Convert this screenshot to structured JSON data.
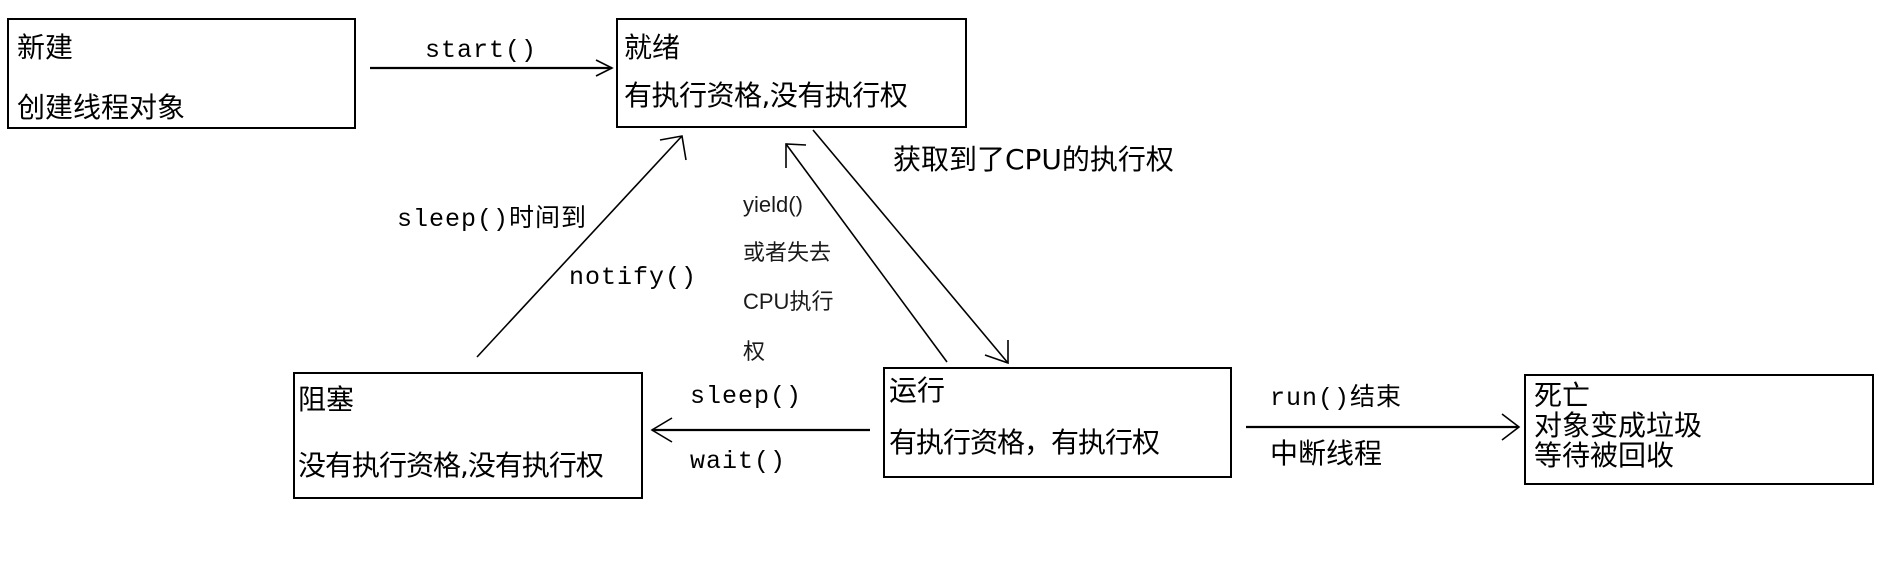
{
  "states": {
    "new": {
      "title": "新建",
      "desc": "创建线程对象"
    },
    "ready": {
      "title": "就绪",
      "desc": "有执行资格,没有执行权"
    },
    "running": {
      "title": "运行",
      "desc": "有执行资格，有执行权"
    },
    "blocked": {
      "title": "阻塞",
      "desc": "没有执行资格,没有执行权"
    },
    "dead": {
      "title": "死亡",
      "desc_lines": [
        "对象变成垃圾",
        "等待被回收"
      ]
    }
  },
  "transitions": {
    "new_to_ready": "start()",
    "ready_to_running": "获取到了CPU的执行权",
    "running_to_ready": [
      "yield()",
      "或者失去",
      "CPU执行",
      "权"
    ],
    "running_to_blocked": {
      "above": "sleep()",
      "below": "wait()"
    },
    "blocked_to_ready": {
      "line1": "sleep()时间到",
      "line2": "notify()"
    },
    "running_to_dead": {
      "above": "run()结束",
      "below": "中断线程"
    }
  }
}
